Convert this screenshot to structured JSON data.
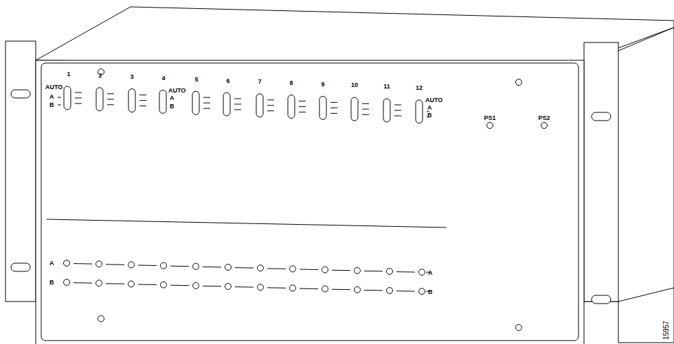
{
  "diagram": {
    "labels": [
      "1",
      "AUTO",
      "A",
      "B",
      "2",
      "3",
      "4",
      "AUTO",
      "A",
      "B",
      "5",
      "6",
      "7",
      "8",
      "9",
      "10",
      "11",
      "12",
      "AUTO",
      "A",
      "B",
      "PS1",
      "PS2",
      "A",
      "B",
      "A",
      "B",
      "15957"
    ]
  }
}
